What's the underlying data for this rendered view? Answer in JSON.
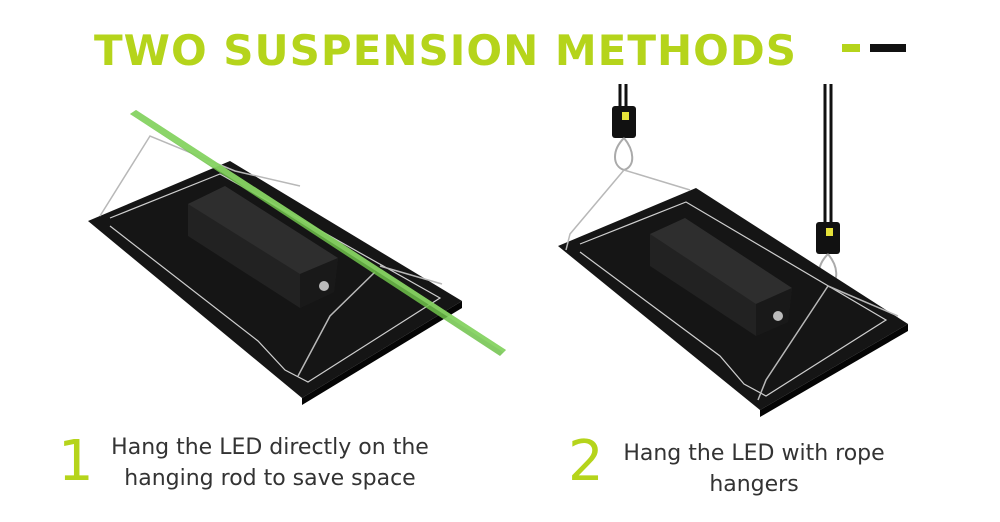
{
  "title": "TWO SUSPENSION METHODS",
  "colors": {
    "accent": "#b5d41b",
    "dark": "#111111",
    "text": "#333333"
  },
  "methods": [
    {
      "number": "1",
      "line1": "Hang the LED directly on the",
      "line2": "hanging rod to save space"
    },
    {
      "number": "2",
      "line1": "Hang the LED with rope",
      "line2": "hangers"
    }
  ]
}
